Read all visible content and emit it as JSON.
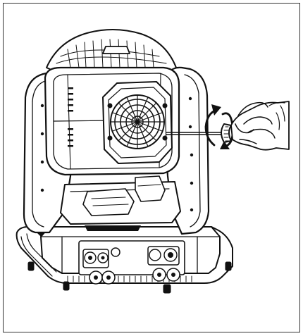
{
  "figure": {
    "line_color": "#111111",
    "background": "#ffffff",
    "depicts": [
      "moving-head-fixture",
      "hand-with-screwdriver",
      "rotation-arrow"
    ]
  }
}
